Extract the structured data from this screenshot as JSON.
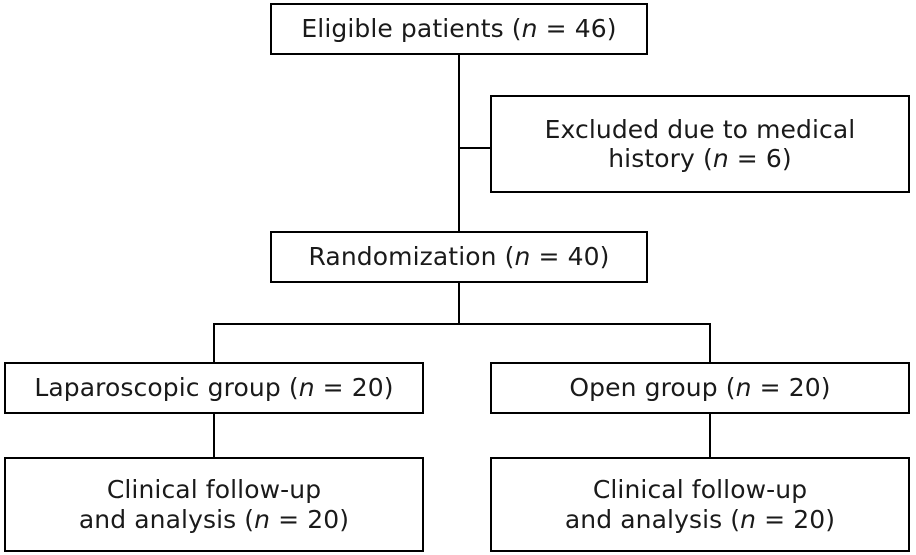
{
  "diagram": {
    "type": "flowchart",
    "title": "CONSORT-style patient enrollment flow diagram",
    "style": {
      "background_color": "#ffffff",
      "box_border_color": "#000000",
      "text_color": "#1a1a1a",
      "connector_color": "#000000"
    },
    "nodes": [
      {
        "id": "eligible",
        "label": "Eligible patients (n = 46)",
        "text_plain": "Eligible patients (",
        "italic_symbol": "n",
        "count_text": " = 46)",
        "count": 46,
        "lines": [
          "Eligible patients (n = 46)"
        ]
      },
      {
        "id": "excluded",
        "label": "Excluded due to medical history (n = 6)",
        "text_plain": "Excluded due to medical\nhistory (",
        "italic_symbol": "n",
        "count_text": " = 6)",
        "count": 6,
        "lines": [
          "Excluded due to medical",
          "history (n = 6)"
        ]
      },
      {
        "id": "randomization",
        "label": "Randomization (n = 40)",
        "text_plain": "Randomization (",
        "italic_symbol": "n",
        "count_text": " = 40)",
        "count": 40,
        "lines": [
          "Randomization (n = 40)"
        ]
      },
      {
        "id": "lap-group",
        "label": "Laparoscopic group (n = 20)",
        "text_plain": "Laparoscopic group (",
        "italic_symbol": "n",
        "count_text": " = 20)",
        "count": 20,
        "lines": [
          "Laparoscopic group (n = 20)"
        ]
      },
      {
        "id": "open-group",
        "label": "Open group (n = 20)",
        "text_plain": "Open group (",
        "italic_symbol": "n",
        "count_text": " = 20)",
        "count": 20,
        "lines": [
          "Open group (n = 20)"
        ]
      },
      {
        "id": "lap-followup",
        "label": "Clinical follow-up and analysis (n = 20)",
        "text_plain": "Clinical follow-up\nand analysis (",
        "italic_symbol": "n",
        "count_text": " = 20)",
        "count": 20,
        "lines": [
          "Clinical follow-up",
          "and analysis (n = 20)"
        ]
      },
      {
        "id": "open-followup",
        "label": "Clinical follow-up and analysis (n = 20)",
        "text_plain": "Clinical follow-up\nand analysis (",
        "italic_symbol": "n",
        "count_text": " = 20)",
        "count": 20,
        "lines": [
          "Clinical follow-up",
          "and analysis (n = 20)"
        ]
      }
    ],
    "edges": [
      {
        "id": "eligible-to-randomization",
        "from": "eligible",
        "to": "randomization"
      },
      {
        "id": "eligible-to-excluded",
        "from": "eligible",
        "to": "excluded"
      },
      {
        "id": "randomization-to-lap-group",
        "from": "randomization",
        "to": "lap-group"
      },
      {
        "id": "randomization-to-open-group",
        "from": "randomization",
        "to": "open-group"
      },
      {
        "id": "lap-group-to-lap-followup",
        "from": "lap-group",
        "to": "lap-followup"
      },
      {
        "id": "open-group-to-open-followup",
        "from": "open-group",
        "to": "open-followup"
      }
    ]
  }
}
